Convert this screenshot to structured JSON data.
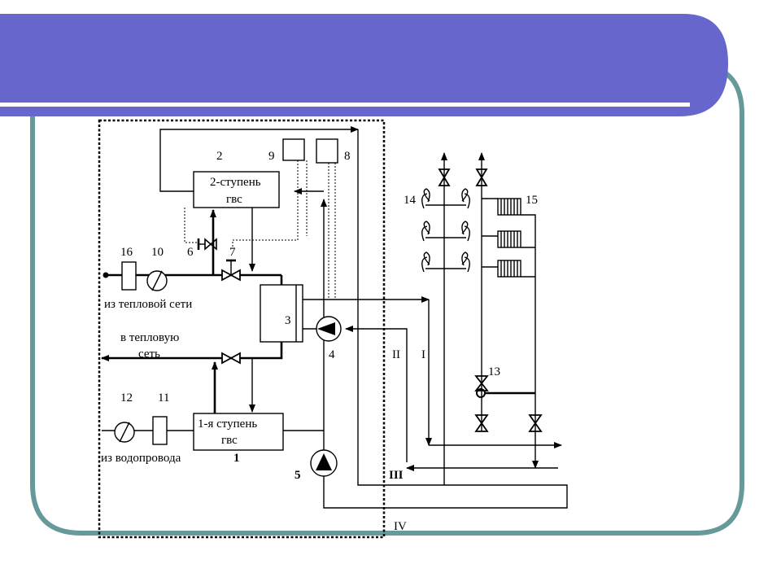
{
  "colors": {
    "header": "#6666cc",
    "frame": "#669999",
    "rule": "#ffffff"
  },
  "labels": {
    "n2": "2",
    "n9": "9",
    "n8": "8",
    "stage2_l1": "2-ступень",
    "stage2_l2": "гвс",
    "n16": "16",
    "n10": "10",
    "n6": "6",
    "n7": "7",
    "from_heat": "из тепловой сети",
    "to_heat_l1": "в тепловую",
    "to_heat_l2": "сеть",
    "n3": "3",
    "n4": "4",
    "n12": "12",
    "n11": "11",
    "stage1_l1": "1-я ступень",
    "stage1_l2": "гвс",
    "from_water": "из водопровода",
    "n1": "1",
    "n5": "5",
    "r2": "II",
    "r1": "I",
    "r3": "III",
    "r4": "IV",
    "n14": "14",
    "n15": "15",
    "n13": "13"
  },
  "icons": [
    "valve-icon",
    "pump-icon",
    "flowmeter-icon",
    "radiator-icon",
    "towel-dryer-icon",
    "pressure-gauge-icon"
  ]
}
